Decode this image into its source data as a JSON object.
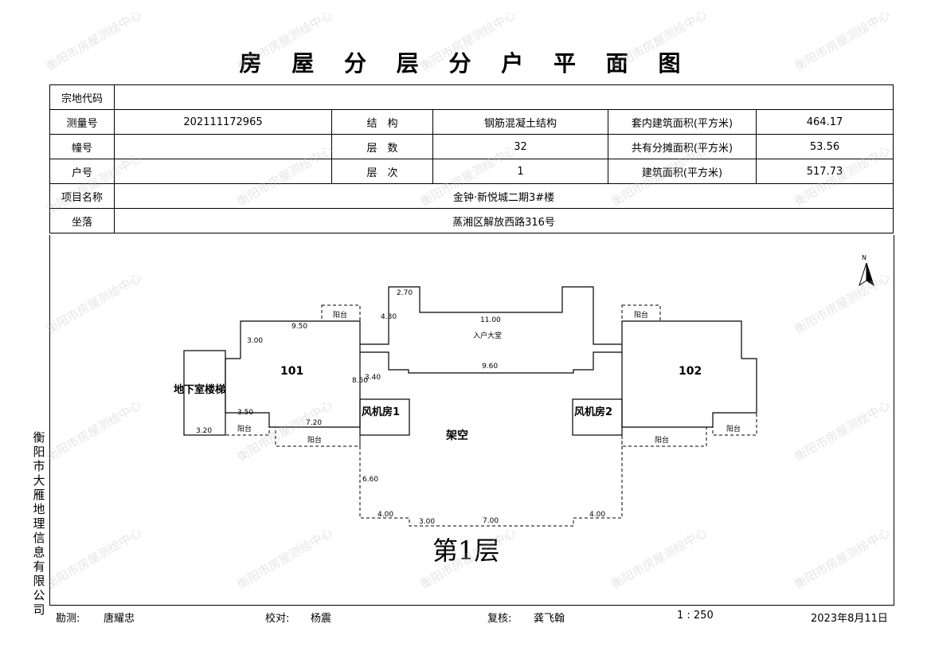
{
  "title": "房 屋 分 层 分 户 平 面 图",
  "info": {
    "land_code_label": "宗地代码",
    "land_code": "",
    "survey_no_label": "测量号",
    "survey_no": "202111172965",
    "structure_label": "结　构",
    "structure": "钢筋混凝土结构",
    "inner_area_label": "套内建筑面积(平方米)",
    "inner_area": "464.17",
    "building_no_label": "幢号",
    "building_no": "",
    "floors_label": "层　数",
    "floors": "32",
    "shared_area_label": "共有分摊面积(平方米)",
    "shared_area": "53.56",
    "unit_no_label": "户号",
    "unit_no": "",
    "floor_label": "层　次",
    "floor": "1",
    "building_area_label": "建筑面积(平方米)",
    "building_area": "517.73",
    "project_label": "项目名称",
    "project": "金钟·新悦城二期3#楼",
    "location_label": "坐落",
    "location": "蒸湘区解放西路316号"
  },
  "plan": {
    "floor_title": "第1层",
    "rooms": {
      "r101": "101",
      "r102": "102",
      "stair": "地下室楼梯",
      "fan1": "风机房1",
      "fan2": "风机房2",
      "open": "架空",
      "lobby": "入户大堂",
      "balcony": "阳台",
      "north": "N"
    },
    "dims": {
      "d950": "9.50",
      "d300": "3.00",
      "d350": "3.50",
      "d720": "7.20",
      "d320": "3.20",
      "d850": "8.50",
      "d340": "3.40",
      "d270": "2.70",
      "d430": "4.30",
      "d1100": "11.00",
      "d960": "9.60",
      "d660": "6.60",
      "d400": "4.00",
      "d300b": "3.00",
      "d700": "7.00",
      "d400r": "4.00"
    }
  },
  "watermark": "衡阳市房屋测绘中心",
  "company": "衡阳市大雁地理信息有限公司",
  "footer": {
    "surveyor_label": "勘测:",
    "surveyor": "唐耀忠",
    "checker_label": "校对:",
    "checker": "杨震",
    "reviewer_label": "复核:",
    "reviewer": "龚飞翰",
    "scale": "1 : 250",
    "date": "2023年8月11日"
  }
}
